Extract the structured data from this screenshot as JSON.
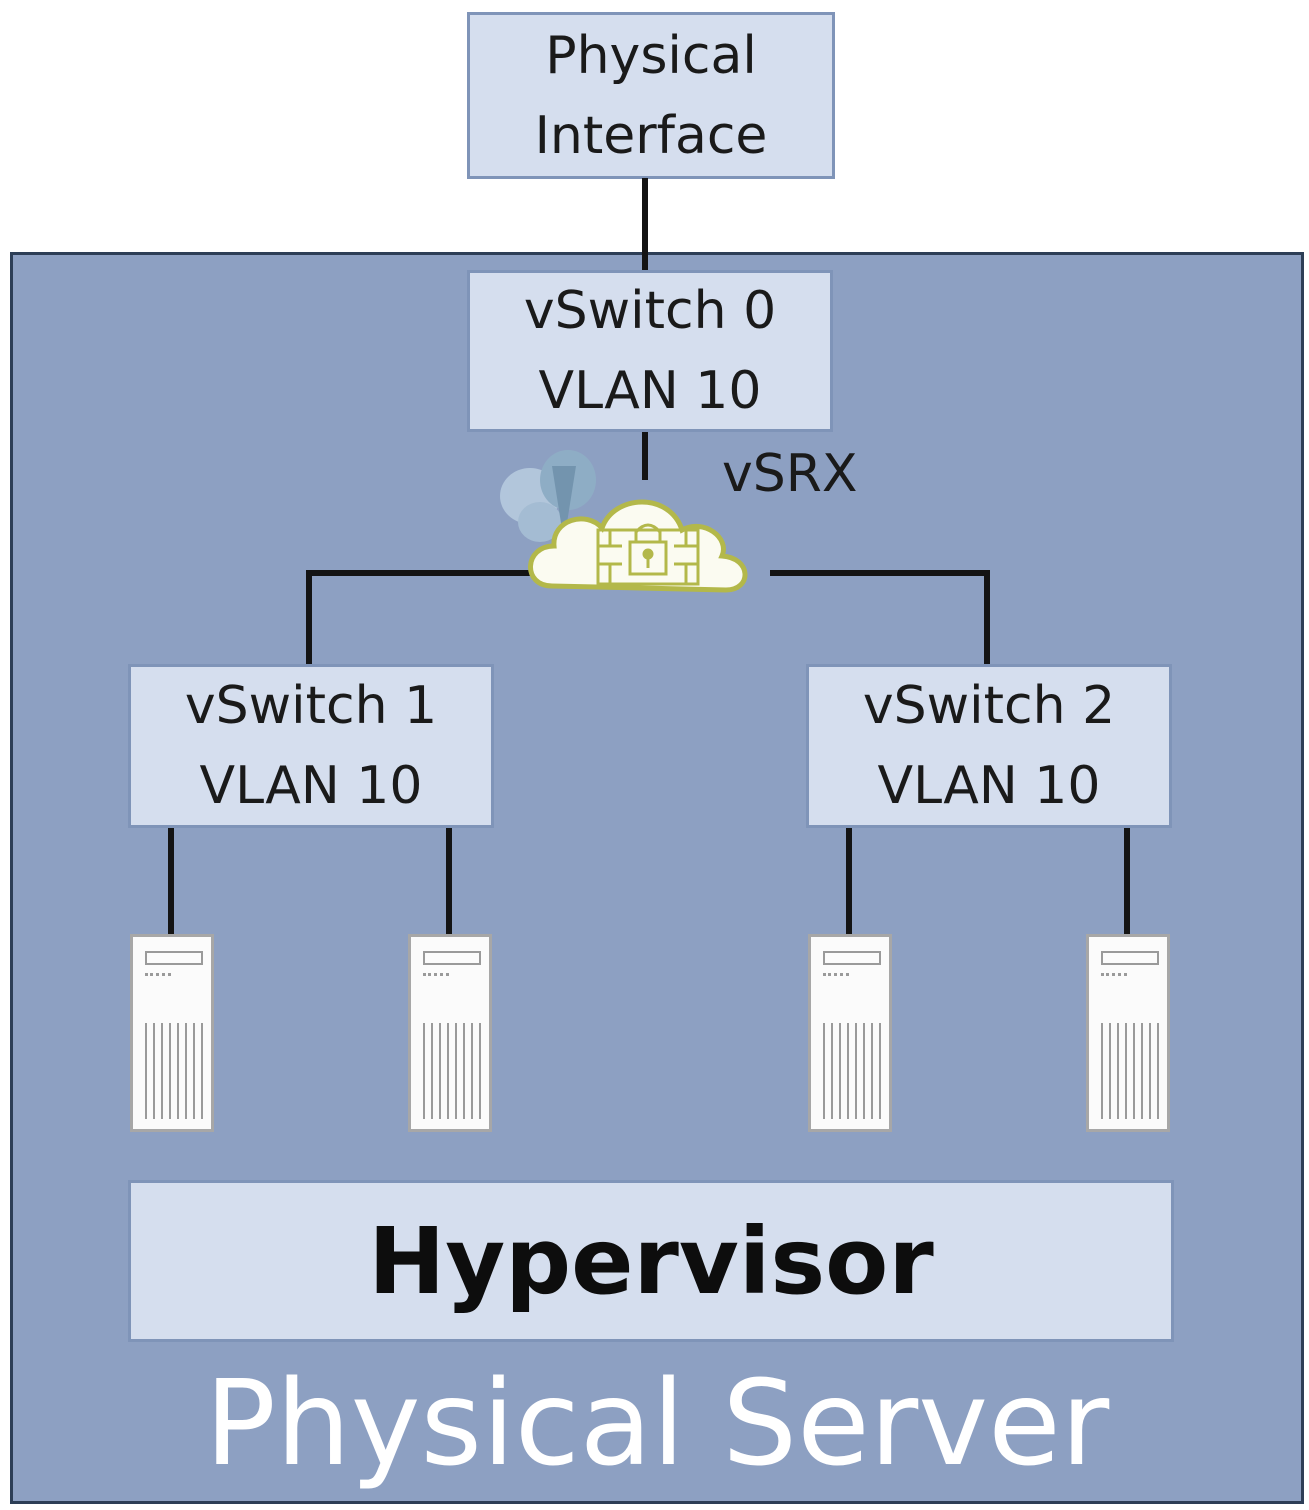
{
  "diagram": {
    "physical_interface": {
      "line1": "Physical",
      "line2": "Interface"
    },
    "vswitch0": {
      "name": "vSwitch 0",
      "vlan": "VLAN 10"
    },
    "vsrx": {
      "label": "vSRX",
      "icon": "firewall-cloud-icon"
    },
    "vswitch1": {
      "name": "vSwitch 1",
      "vlan": "VLAN 10"
    },
    "vswitch2": {
      "name": "vSwitch 2",
      "vlan": "VLAN 10"
    },
    "vms": [
      {
        "icon": "server-tower-icon"
      },
      {
        "icon": "server-tower-icon"
      },
      {
        "icon": "server-tower-icon"
      },
      {
        "icon": "server-tower-icon"
      }
    ],
    "hypervisor": "Hypervisor",
    "physical_server": "Physical Server"
  },
  "colors": {
    "server_background": "#8da0c2",
    "box_fill": "#d5deee",
    "box_border": "#7f94b8",
    "connector": "#141414",
    "firewall_icon": "#b3b84a"
  }
}
